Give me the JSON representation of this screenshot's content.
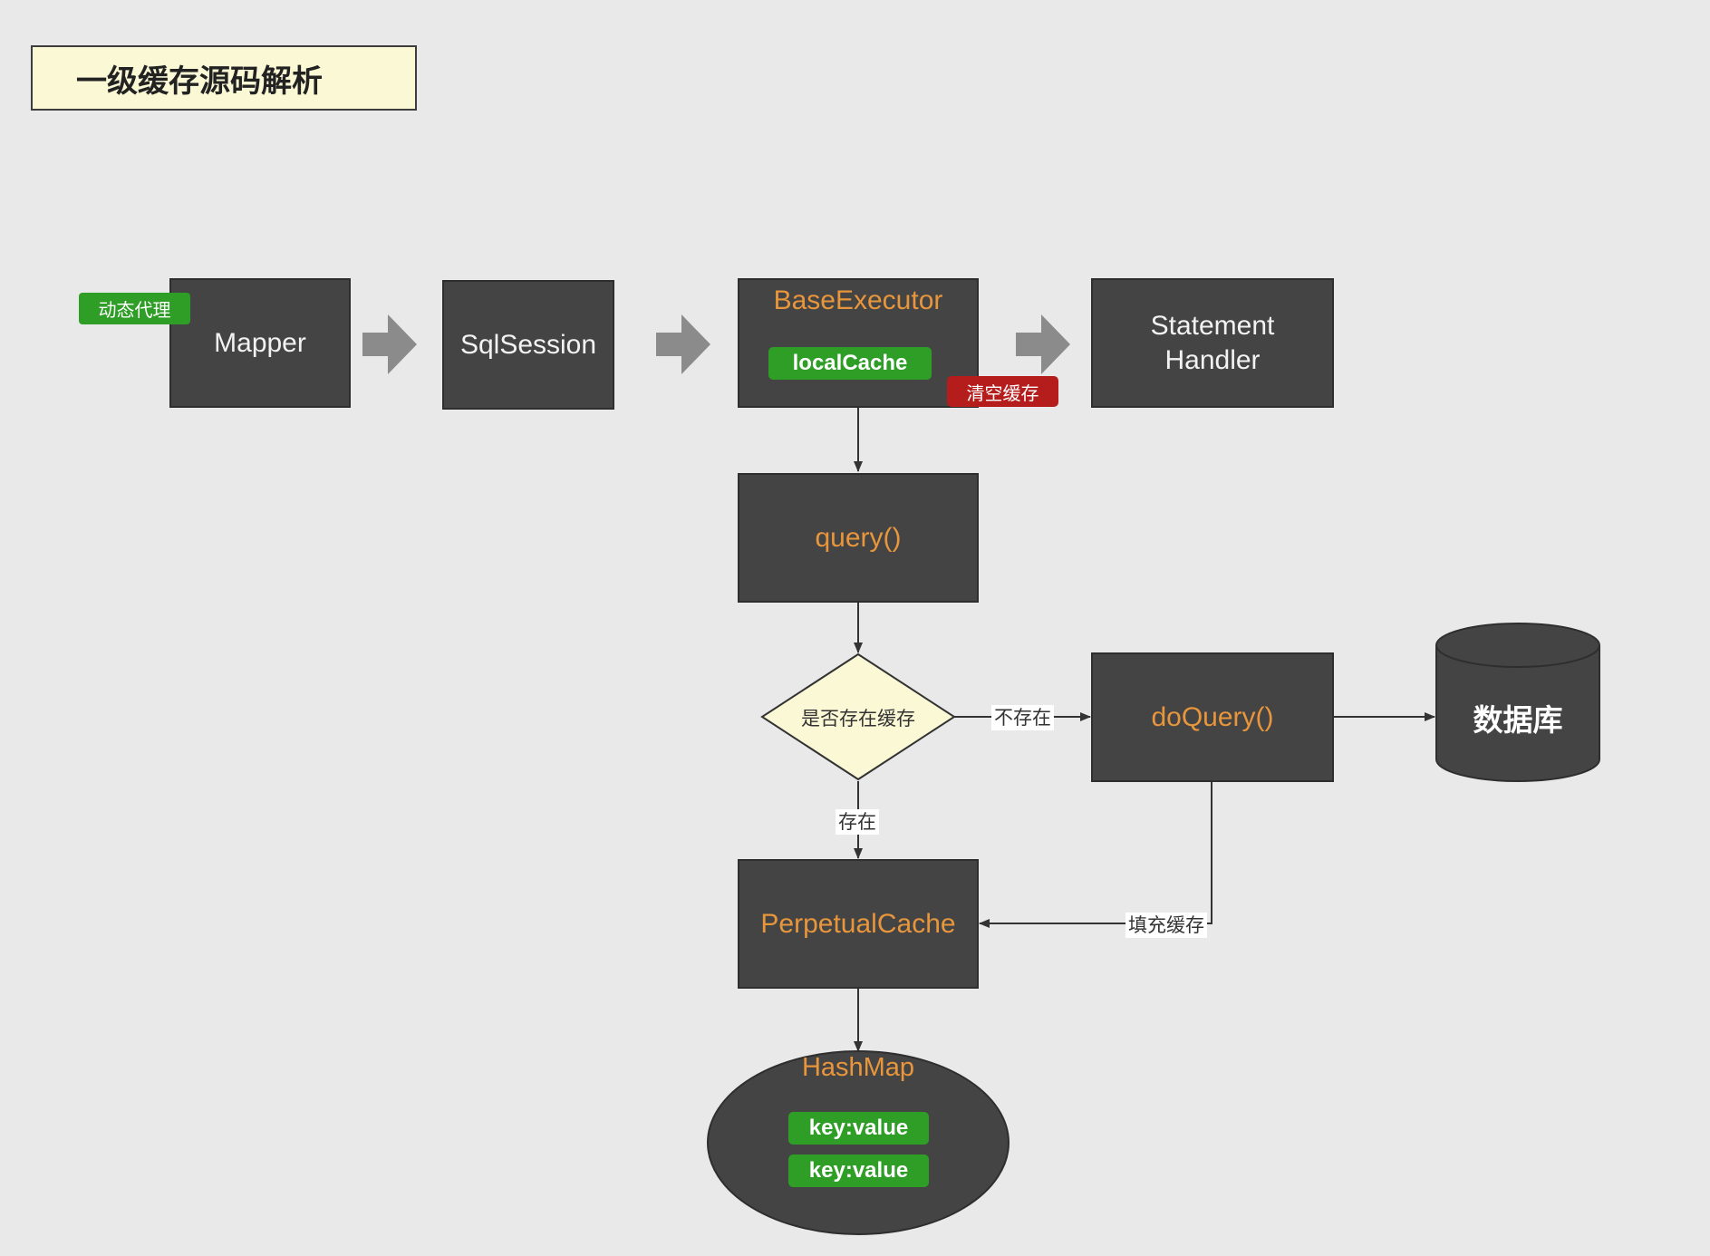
{
  "title": "一级缓存源码解析",
  "nodes": {
    "mapper": "Mapper",
    "mapper_tag": "动态代理",
    "sqlsession": "SqlSession",
    "base_executor": "BaseExecutor",
    "local_cache": "localCache",
    "clear_cache": "清空缓存",
    "statement_handler_line1": "Statement",
    "statement_handler_line2": "Handler",
    "query": "query()",
    "decision": "是否存在缓存",
    "do_query": "doQuery()",
    "database": "数据库",
    "perpetual_cache": "PerpetualCache",
    "hashmap": "HashMap",
    "kv1": "key:value",
    "kv2": "key:value"
  },
  "edge_labels": {
    "not_exist": "不存在",
    "exist": "存在",
    "fill_cache": "填充缓存"
  },
  "colors": {
    "box_fill": "#444444",
    "accent_orange": "#e8963c",
    "green": "#2e9e27",
    "red": "#b51d1d",
    "title_fill": "#fbf8d5",
    "decision_fill": "#fbf8d5"
  }
}
